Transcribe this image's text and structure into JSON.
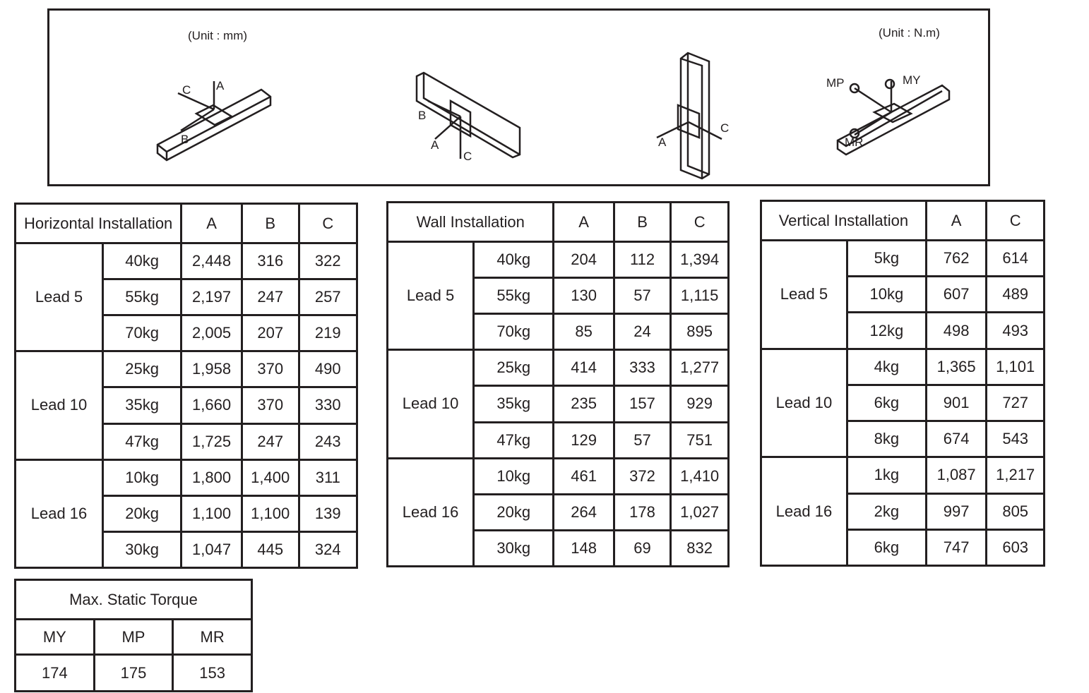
{
  "diagram": {
    "unit_left": "(Unit : mm)",
    "unit_right": "(Unit : N.m)",
    "labels": {
      "A": "A",
      "B": "B",
      "C": "C",
      "MP": "MP",
      "MY": "MY",
      "MR": "MR"
    }
  },
  "tables": [
    {
      "id": "horizontal",
      "title": "Horizontal Installation",
      "columns": [
        "A",
        "B",
        "C"
      ],
      "groups": [
        {
          "lead": "Lead 5",
          "rows": [
            [
              "40kg",
              "2,448",
              "316",
              "322"
            ],
            [
              "55kg",
              "2,197",
              "247",
              "257"
            ],
            [
              "70kg",
              "2,005",
              "207",
              "219"
            ]
          ]
        },
        {
          "lead": "Lead 10",
          "rows": [
            [
              "25kg",
              "1,958",
              "370",
              "490"
            ],
            [
              "35kg",
              "1,660",
              "370",
              "330"
            ],
            [
              "47kg",
              "1,725",
              "247",
              "243"
            ]
          ]
        },
        {
          "lead": "Lead 16",
          "rows": [
            [
              "10kg",
              "1,800",
              "1,400",
              "311"
            ],
            [
              "20kg",
              "1,100",
              "1,100",
              "139"
            ],
            [
              "30kg",
              "1,047",
              "445",
              "324"
            ]
          ]
        }
      ]
    },
    {
      "id": "wall",
      "title": "Wall Installation",
      "columns": [
        "A",
        "B",
        "C"
      ],
      "groups": [
        {
          "lead": "Lead 5",
          "rows": [
            [
              "40kg",
              "204",
              "112",
              "1,394"
            ],
            [
              "55kg",
              "130",
              "57",
              "1,115"
            ],
            [
              "70kg",
              "85",
              "24",
              "895"
            ]
          ]
        },
        {
          "lead": "Lead 10",
          "rows": [
            [
              "25kg",
              "414",
              "333",
              "1,277"
            ],
            [
              "35kg",
              "235",
              "157",
              "929"
            ],
            [
              "47kg",
              "129",
              "57",
              "751"
            ]
          ]
        },
        {
          "lead": "Lead 16",
          "rows": [
            [
              "10kg",
              "461",
              "372",
              "1,410"
            ],
            [
              "20kg",
              "264",
              "178",
              "1,027"
            ],
            [
              "30kg",
              "148",
              "69",
              "832"
            ]
          ]
        }
      ]
    },
    {
      "id": "vertical",
      "title": "Vertical Installation",
      "columns": [
        "A",
        "C"
      ],
      "groups": [
        {
          "lead": "Lead 5",
          "rows": [
            [
              "5kg",
              "762",
              "614"
            ],
            [
              "10kg",
              "607",
              "489"
            ],
            [
              "12kg",
              "498",
              "493"
            ]
          ]
        },
        {
          "lead": "Lead 10",
          "rows": [
            [
              "4kg",
              "1,365",
              "1,101"
            ],
            [
              "6kg",
              "901",
              "727"
            ],
            [
              "8kg",
              "674",
              "543"
            ]
          ]
        },
        {
          "lead": "Lead 16",
          "rows": [
            [
              "1kg",
              "1,087",
              "1,217"
            ],
            [
              "2kg",
              "997",
              "805"
            ],
            [
              "6kg",
              "747",
              "603"
            ]
          ]
        }
      ]
    }
  ],
  "torque": {
    "title": "Max. Static Torque",
    "columns": [
      "MY",
      "MP",
      "MR"
    ],
    "values": [
      "174",
      "175",
      "153"
    ]
  }
}
